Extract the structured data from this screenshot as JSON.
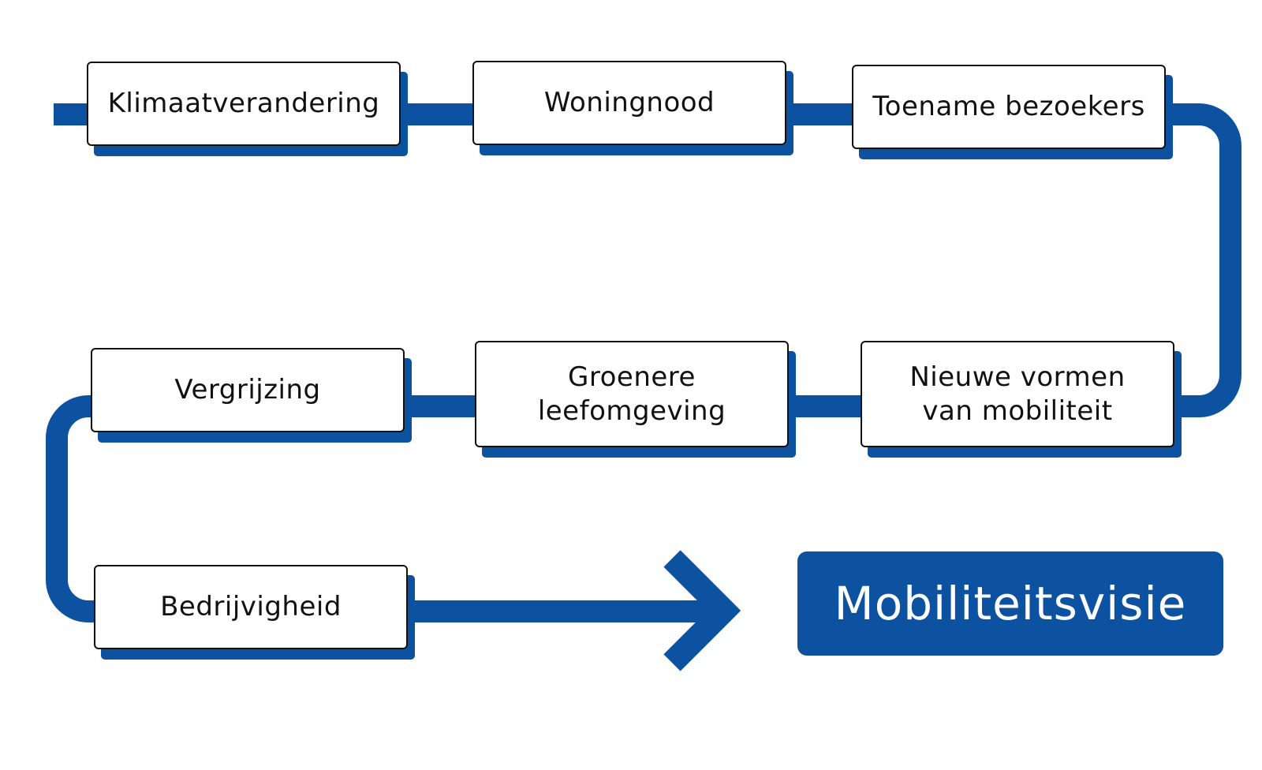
{
  "diagram": {
    "colors": {
      "connector": "#0d52a0",
      "box_fill": "#ffffff",
      "box_border": "#111111",
      "goal_fill": "#0d52a0",
      "goal_text": "#ffffff"
    },
    "steps": [
      {
        "label": "Klimaatverandering"
      },
      {
        "label": "Woningnood"
      },
      {
        "label": "Toename bezoekers"
      },
      {
        "label": "Nieuwe vormen\nvan mobiliteit"
      },
      {
        "label": "Groenere\nleefomgeving"
      },
      {
        "label": "Vergrijzing"
      },
      {
        "label": "Bedrijvigheid"
      }
    ],
    "goal": {
      "label": "Mobiliteitsvisie"
    }
  }
}
